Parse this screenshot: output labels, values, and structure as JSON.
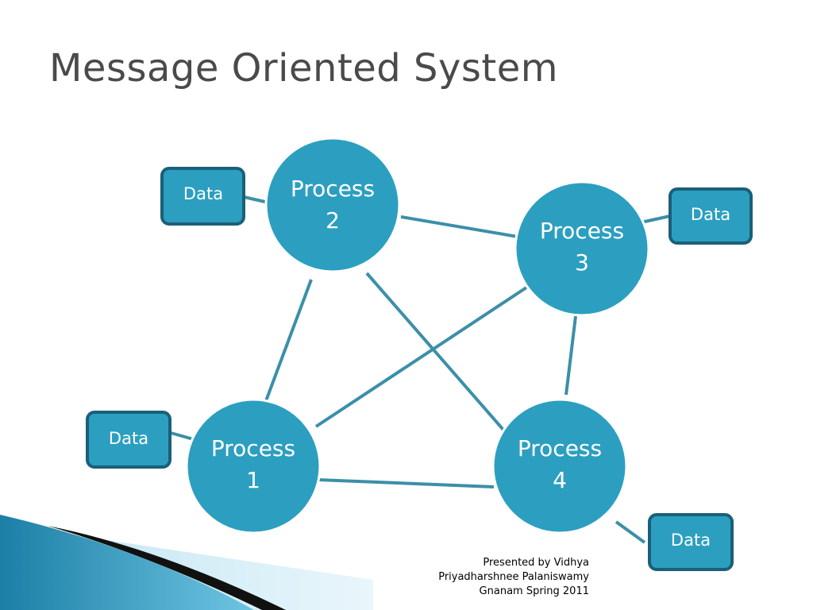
{
  "slide": {
    "title": "Message Oriented System"
  },
  "diagram": {
    "processes": [
      {
        "id": "p1",
        "label": "Process\n1"
      },
      {
        "id": "p2",
        "label": "Process\n2"
      },
      {
        "id": "p3",
        "label": "Process\n3"
      },
      {
        "id": "p4",
        "label": "Process\n4"
      }
    ],
    "data_boxes": [
      {
        "id": "d1",
        "label": "Data",
        "attached_to": "p1"
      },
      {
        "id": "d2",
        "label": "Data",
        "attached_to": "p2"
      },
      {
        "id": "d3",
        "label": "Data",
        "attached_to": "p3"
      },
      {
        "id": "d4",
        "label": "Data",
        "attached_to": "p4"
      }
    ],
    "links": [
      [
        "p2",
        "p3"
      ],
      [
        "p2",
        "p1"
      ],
      [
        "p2",
        "p4"
      ],
      [
        "p3",
        "p1"
      ],
      [
        "p3",
        "p4"
      ],
      [
        "p1",
        "p4"
      ]
    ],
    "colors": {
      "node_fill": "#2c9fc0",
      "node_stroke": "#ffffff",
      "box_fill": "#2c9fc0",
      "box_border": "#1b5f79",
      "link": "#3c8fa8",
      "title": "#4a4a4a"
    }
  },
  "footer": {
    "line1": "Presented by Vidhya",
    "line2": "Priyadharshnee Palaniswamy",
    "line3": "Gnanam Spring 2011"
  }
}
